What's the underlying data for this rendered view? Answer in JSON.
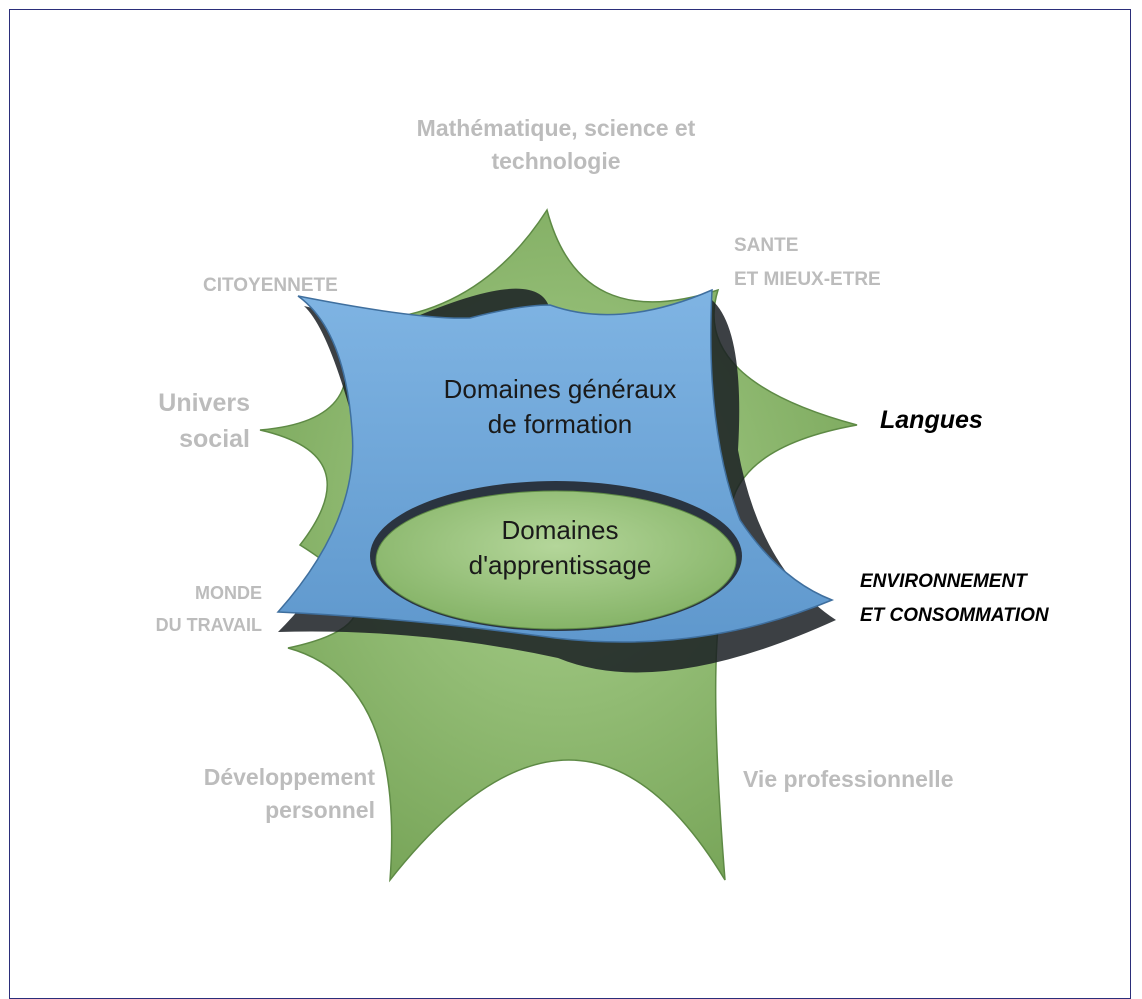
{
  "center": {
    "outer_title": [
      "Domaines généraux",
      "de formation"
    ],
    "inner_title": [
      "Domaines",
      "d'apprentissage"
    ]
  },
  "labels": {
    "top": [
      "Mathématique, science et",
      "technologie"
    ],
    "top_right": [
      "SANTE",
      "ET MIEUX-ETRE"
    ],
    "top_left": [
      "CITOYENNETE"
    ],
    "left_upper": [
      "Univers",
      "social"
    ],
    "right_upper": [
      "Langues"
    ],
    "left_lower": [
      "MONDE",
      "DU TRAVAIL"
    ],
    "right_lower": [
      "ENVIRONNEMENT",
      "ET CONSOMMATION"
    ],
    "bottom_left": [
      "Développement",
      "personnel"
    ],
    "bottom_right": [
      "Vie professionnelle"
    ]
  },
  "colors": {
    "star_green": "#8cb86c",
    "panel_blue": "#6ea6d8",
    "inactive_text": "#bcbcbc",
    "active_text": "#000000"
  }
}
